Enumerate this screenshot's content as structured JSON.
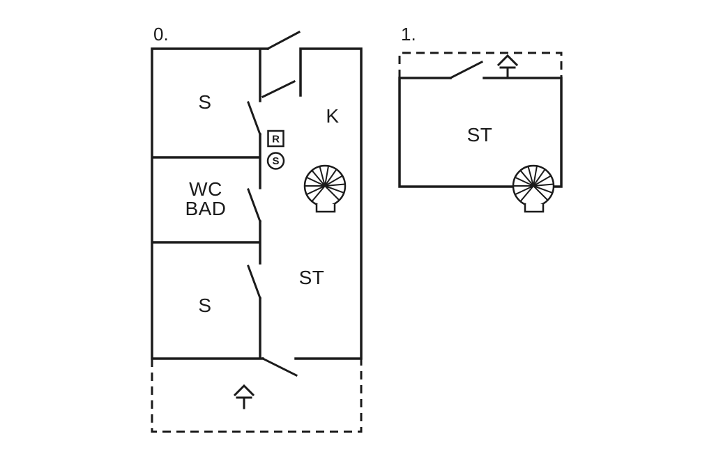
{
  "page": {
    "background": "#ffffff",
    "ink": "#1b1b1b"
  },
  "floor0": {
    "label": "0.",
    "room_labels": {
      "bedroom_top": "S",
      "kitchen": "K",
      "bath_line1": "WC",
      "bath_line2": "BAD",
      "bedroom_bottom": "S",
      "living_room": "ST"
    },
    "wall_symbols": {
      "boxed_r": "R",
      "circled_s": "S"
    },
    "icons": {
      "entrance_arrow": "entrance-direction-arrow",
      "spiral_stairs": "spiral-staircase"
    }
  },
  "floor1": {
    "label": "1.",
    "room_labels": {
      "living_room": "ST"
    },
    "icons": {
      "entrance_arrow": "entrance-direction-arrow",
      "spiral_stairs": "spiral-staircase"
    }
  }
}
